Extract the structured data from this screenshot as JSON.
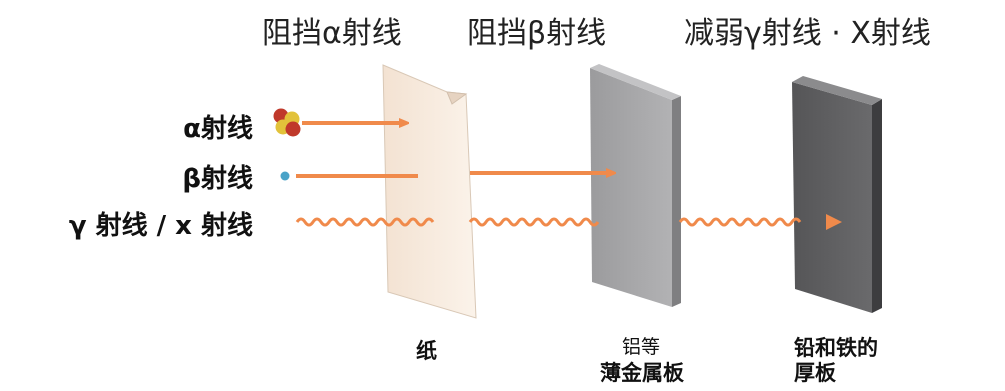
{
  "titles": {
    "alpha": "阻挡α射线",
    "beta": "阻挡β射线",
    "gamma": "减弱γ射线 · X射线"
  },
  "rays": {
    "alpha": "α射线",
    "beta": "β射线",
    "gamma": "γ 射线 / x 射线"
  },
  "barriers": {
    "paper": "纸",
    "aluminum_line1": "铝等",
    "aluminum_line2": "薄金属板",
    "lead_line1": "铅和铁的",
    "lead_line2": "厚板"
  },
  "colors": {
    "arrow": "#f08a4b",
    "paper_face": "#f8ece0",
    "aluminum_face": "#a3a3a5",
    "lead_face": "#5f5f61",
    "alpha_particle_red": "#c0392b",
    "alpha_particle_yellow": "#e2c23a",
    "beta_particle": "#4aa3c8"
  }
}
